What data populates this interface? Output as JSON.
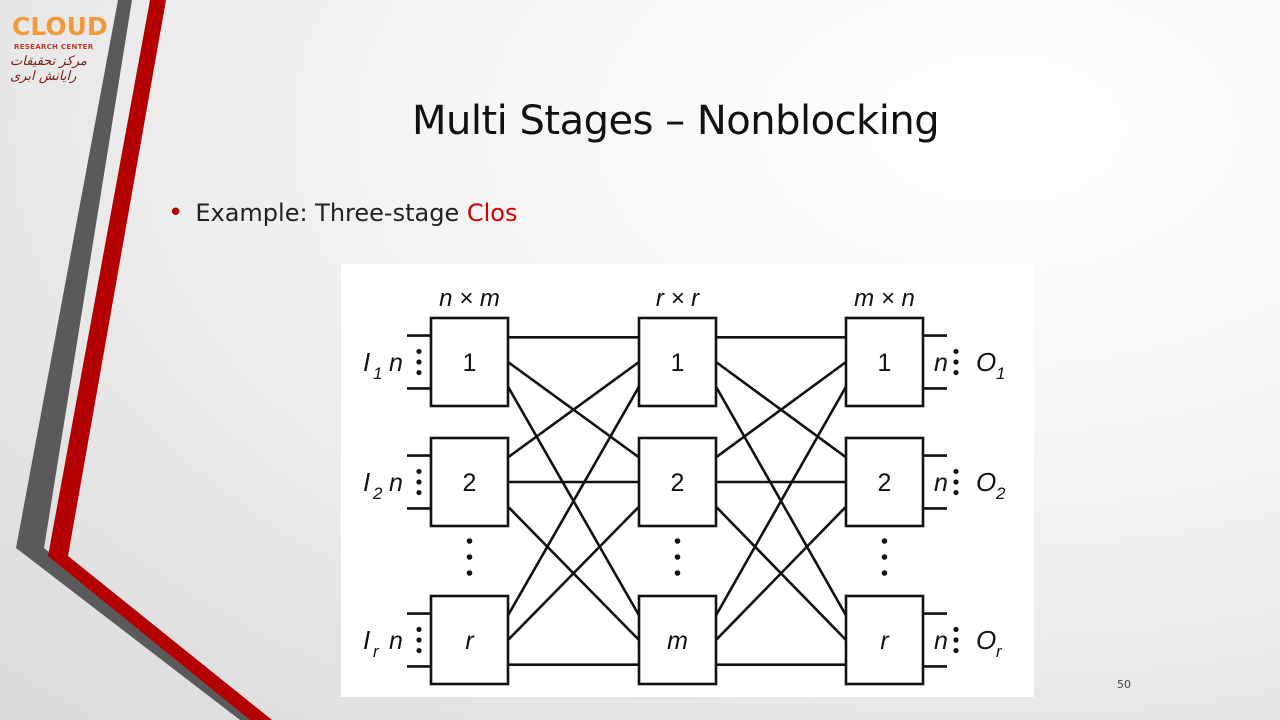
{
  "logo": {
    "word": "CLOUD",
    "subtitle": "RESEARCH CENTER",
    "script": "مرکز تحقیقات رایانش ابری"
  },
  "slide": {
    "title": "Multi Stages – Nonblocking",
    "bullet_prefix": "Example: Three-stage ",
    "bullet_highlight": "Clos",
    "page_number": "50"
  },
  "colors": {
    "accent_red": "#b00000",
    "highlight_red": "#d10000",
    "stripe_gray": "#5a5a5a"
  },
  "diagram": {
    "stage_headers": [
      "n × m",
      "r × r",
      "m × n"
    ],
    "stage1_boxes": [
      "1",
      "2",
      "r"
    ],
    "stage2_boxes": [
      "1",
      "2",
      "m"
    ],
    "stage3_boxes": [
      "1",
      "2",
      "r"
    ],
    "input_labels": [
      {
        "base": "I",
        "sub": "1"
      },
      {
        "base": "I",
        "sub": "2"
      },
      {
        "base": "I",
        "sub": "r"
      }
    ],
    "output_labels": [
      {
        "base": "O",
        "sub": "1"
      },
      {
        "base": "O",
        "sub": "2"
      },
      {
        "base": "O",
        "sub": "r"
      }
    ],
    "port_label": "n"
  }
}
